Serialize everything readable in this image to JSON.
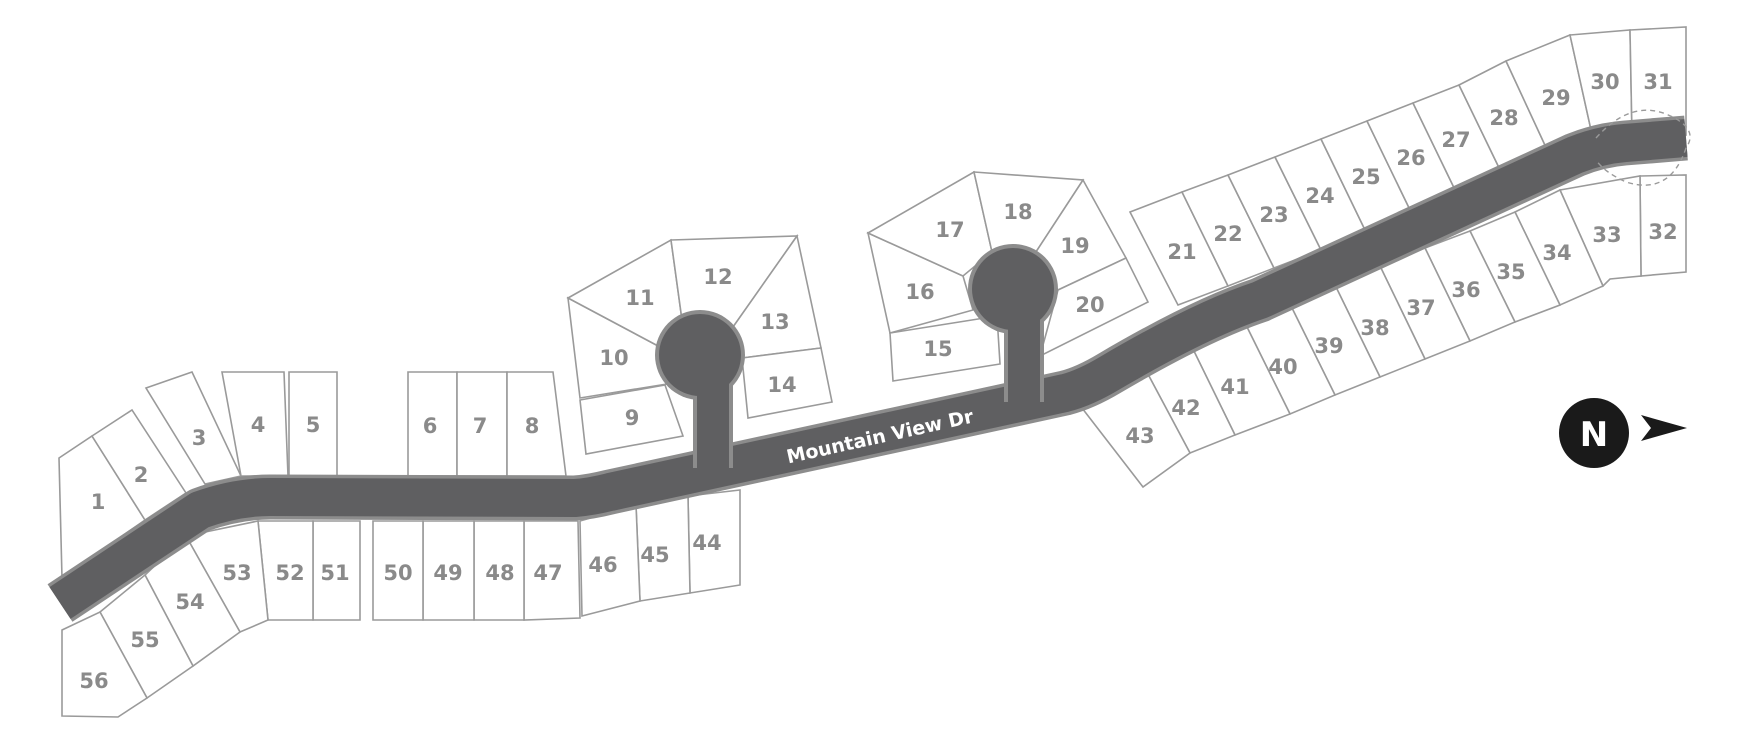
{
  "street": {
    "name": "Mountain View Dr"
  },
  "compass": {
    "label": "N",
    "direction": "right"
  },
  "lots": [
    {
      "number": "1"
    },
    {
      "number": "2"
    },
    {
      "number": "3"
    },
    {
      "number": "4"
    },
    {
      "number": "5"
    },
    {
      "number": "6"
    },
    {
      "number": "7"
    },
    {
      "number": "8"
    },
    {
      "number": "9"
    },
    {
      "number": "10"
    },
    {
      "number": "11"
    },
    {
      "number": "12"
    },
    {
      "number": "13"
    },
    {
      "number": "14"
    },
    {
      "number": "15"
    },
    {
      "number": "16"
    },
    {
      "number": "17"
    },
    {
      "number": "18"
    },
    {
      "number": "19"
    },
    {
      "number": "20"
    },
    {
      "number": "21"
    },
    {
      "number": "22"
    },
    {
      "number": "23"
    },
    {
      "number": "24"
    },
    {
      "number": "25"
    },
    {
      "number": "26"
    },
    {
      "number": "27"
    },
    {
      "number": "28"
    },
    {
      "number": "29"
    },
    {
      "number": "30"
    },
    {
      "number": "31"
    },
    {
      "number": "32"
    },
    {
      "number": "33"
    },
    {
      "number": "34"
    },
    {
      "number": "35"
    },
    {
      "number": "36"
    },
    {
      "number": "37"
    },
    {
      "number": "38"
    },
    {
      "number": "39"
    },
    {
      "number": "40"
    },
    {
      "number": "41"
    },
    {
      "number": "42"
    },
    {
      "number": "43"
    },
    {
      "number": "44"
    },
    {
      "number": "45"
    },
    {
      "number": "46"
    },
    {
      "number": "47"
    },
    {
      "number": "48"
    },
    {
      "number": "49"
    },
    {
      "number": "50"
    },
    {
      "number": "51"
    },
    {
      "number": "52"
    },
    {
      "number": "53"
    },
    {
      "number": "54"
    },
    {
      "number": "55"
    },
    {
      "number": "56"
    }
  ],
  "colors": {
    "road": "#5f5f61",
    "lot_outline": "#9a9a9a",
    "lot_number": "#8a8a8a",
    "compass": "#1a1a1a"
  }
}
